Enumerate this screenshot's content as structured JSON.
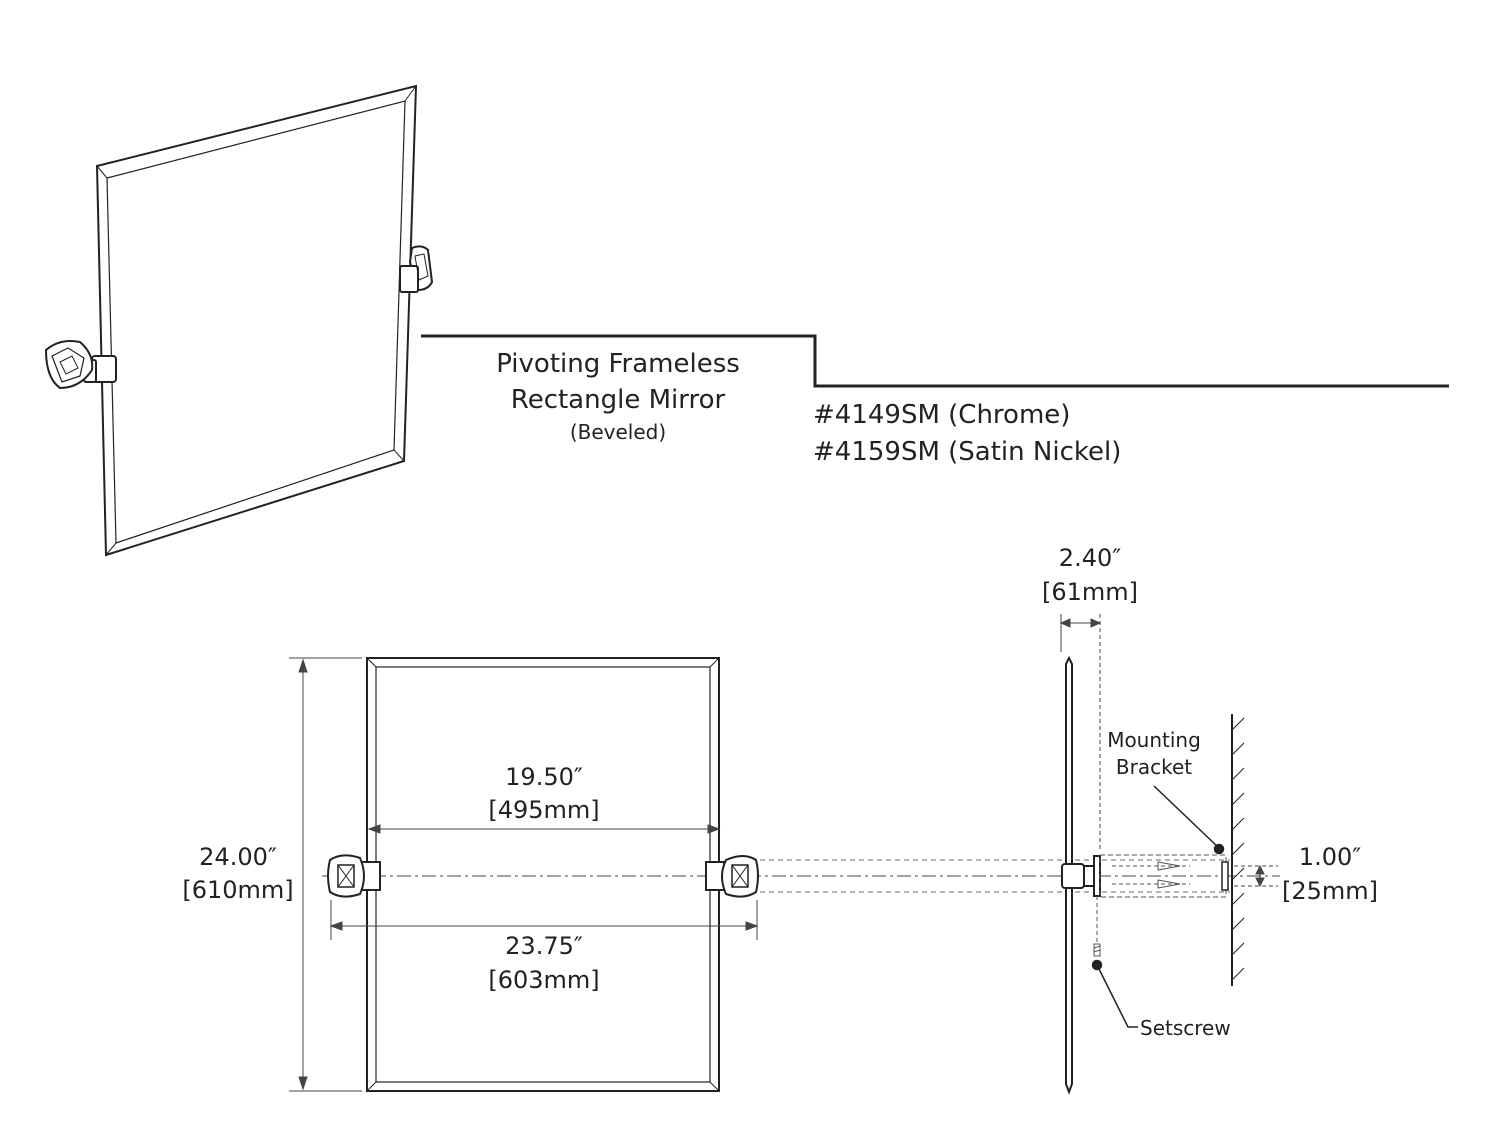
{
  "title": {
    "line1": "Pivoting Frameless",
    "line2": "Rectangle Mirror",
    "note": "(Beveled)"
  },
  "models": [
    "#4149SM (Chrome)",
    "#4159SM (Satin Nickel)"
  ],
  "dimensions": {
    "height": {
      "imperial": "24.00″",
      "metric": "[610mm]"
    },
    "glass_width": {
      "imperial": "19.50″",
      "metric": "[495mm]"
    },
    "overall_width": {
      "imperial": "23.75″",
      "metric": "[603mm]"
    },
    "projection": {
      "imperial": "2.40″",
      "metric": "[61mm]"
    },
    "bracket_height": {
      "imperial": "1.00″",
      "metric": "[25mm]"
    }
  },
  "callouts": {
    "mounting_bracket": [
      "Mounting",
      "Bracket"
    ],
    "setscrew": "Setscrew"
  }
}
